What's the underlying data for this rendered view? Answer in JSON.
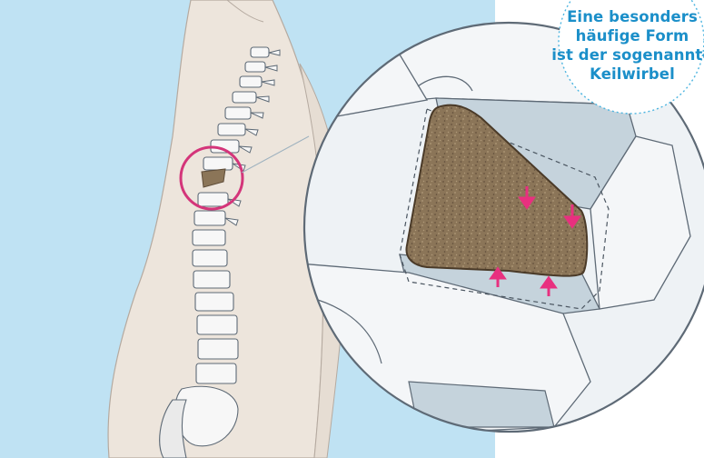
{
  "callout": {
    "lines": [
      "Eine besonders",
      "häufige Form",
      "ist der sogenannte",
      "Keilwirbel"
    ]
  },
  "colors": {
    "sky": "#bfe2f3",
    "skin": "#ede5dc",
    "skin_outline": "#b5aaa0",
    "bone": "#f7f7f7",
    "bone_outline": "#5e6a76",
    "disc": "#c5d3dc",
    "vertebra_fracture": "#8a7355",
    "highlight_ring": "#d4357a",
    "arrows": "#e8307f",
    "callout_text": "#1b8fc9"
  },
  "icons": [
    "magnifier-lens",
    "compression-arrow"
  ]
}
